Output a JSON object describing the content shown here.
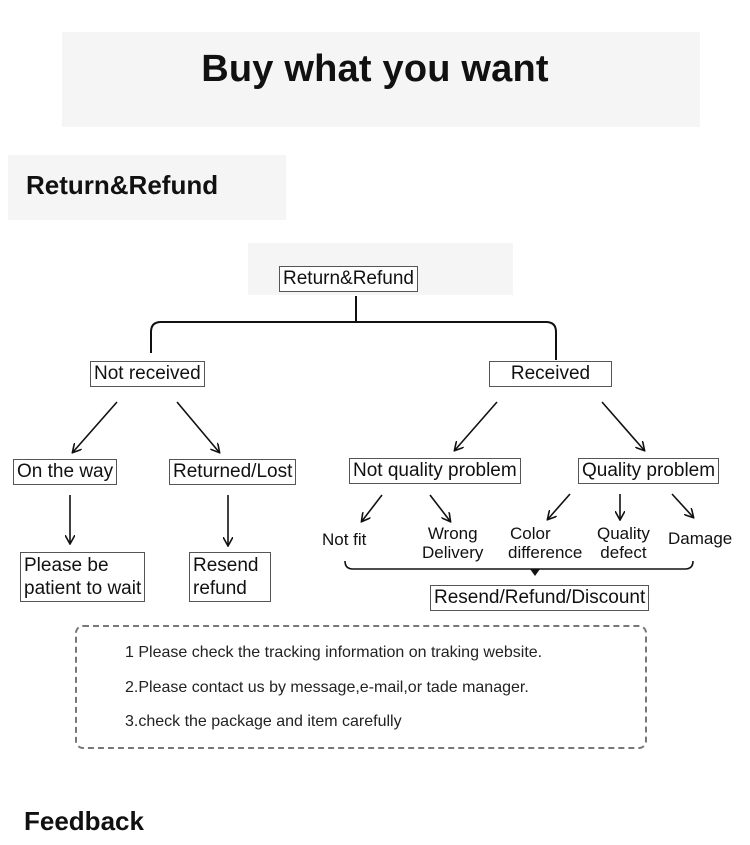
{
  "header": {
    "title": "Buy what you want"
  },
  "sections": {
    "return_refund": "Return&Refund",
    "feedback": "Feedback"
  },
  "flowchart": {
    "root": "Return&Refund",
    "not_received": "Not received",
    "received": "Received",
    "on_the_way": "On the way",
    "returned_lost": "Returned/Lost",
    "not_quality": "Not quality problem",
    "quality": "Quality problem",
    "wait": [
      "Please be",
      "patient to wait"
    ],
    "resend_refund": [
      "Resend",
      "refund"
    ],
    "not_fit": "Not fit",
    "wrong_delivery": [
      "Wrong",
      "Delivery"
    ],
    "color_difference": [
      "Color",
      "difference"
    ],
    "quality_defect": [
      "Quality",
      "defect"
    ],
    "damage": "Damage",
    "outcome": "Resend/Refund/Discount"
  },
  "notes": [
    "1 Please check the tracking information on traking website.",
    "2.Please contact us by message,e-mail,or tade manager.",
    "3.check the package and item carefully"
  ]
}
